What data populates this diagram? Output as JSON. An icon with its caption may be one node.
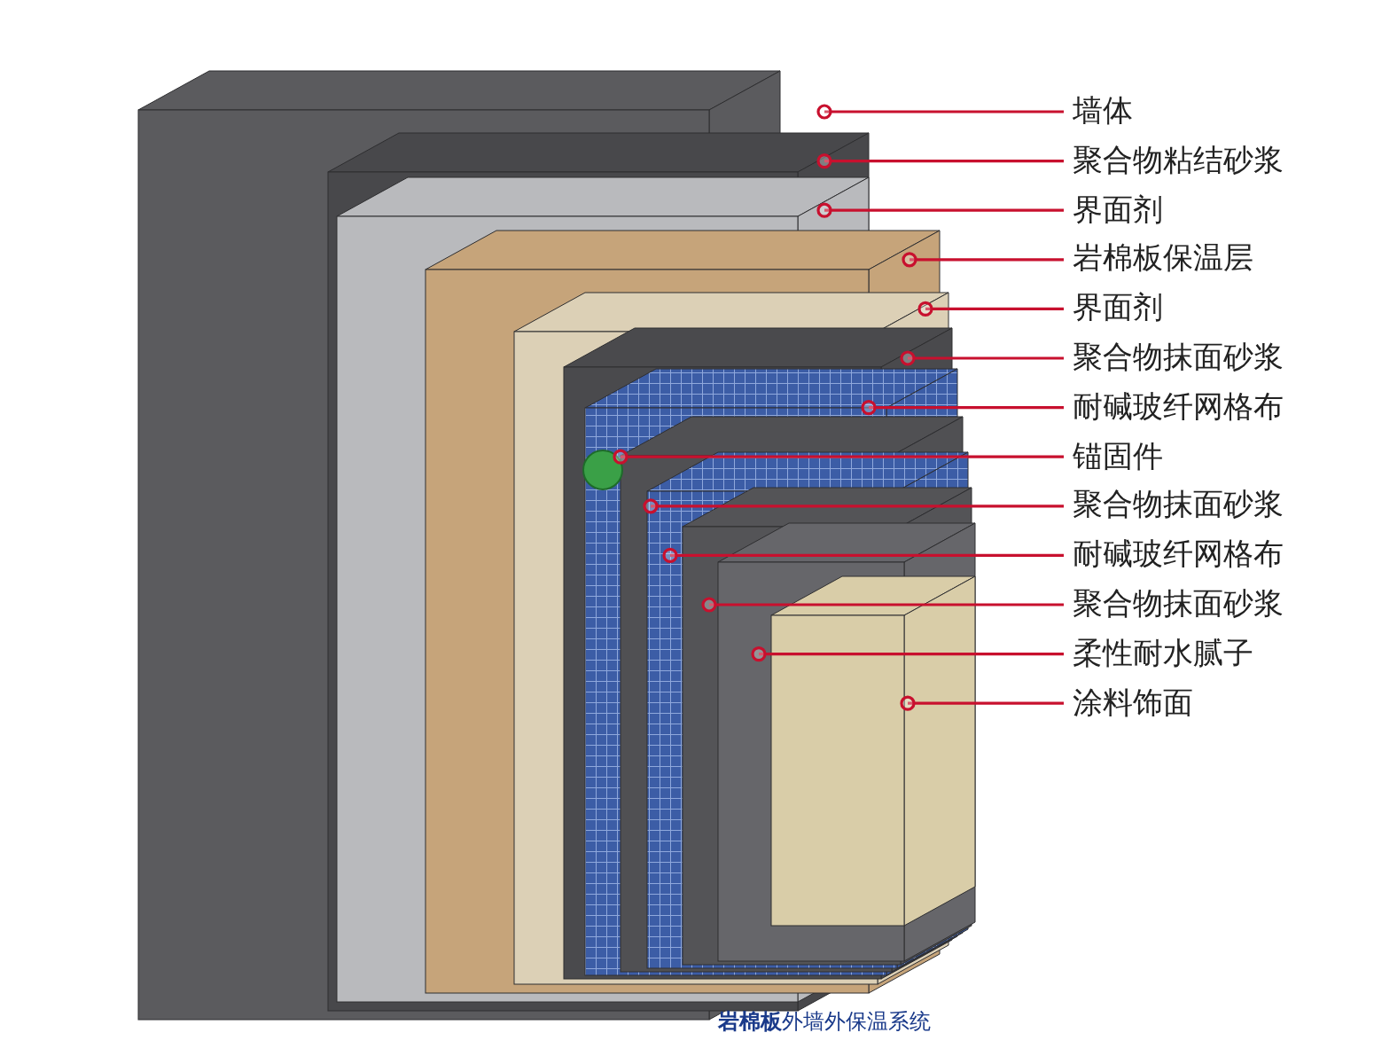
{
  "diagram": {
    "caption": "**岩棉板**外墙外保温系统",
    "nodes": [
      {
        "text": [
          "墙体"
        ]
      },
      {
        "text": [
          "聚合物粘结砂浆"
        ]
      },
      {
        "text": [
          "界面剂"
        ]
      },
      {
        "text": [
          "岩棉板保温层"
        ]
      },
      {
        "text": [
          "界面剂"
        ]
      },
      {
        "text": [
          "聚合物抹面砂浆"
        ]
      },
      {
        "text": [
          "耐碱玻纤网格布"
        ]
      },
      {
        "text": [
          "锚固件"
        ]
      },
      {
        "text": [
          "聚合物抹面砂浆"
        ]
      },
      {
        "text": [
          "耐碱玻纤网格布"
        ]
      },
      {
        "text": [
          "聚合物抹面砂浆"
        ]
      },
      {
        "text": [
          "柔性耐水腻子"
        ]
      },
      {
        "text": [
          "涂料饰面"
        ]
      }
    ],
    "edges": [
      {
        "from": 0,
        "to": null,
        "arrow": "other"
      },
      {
        "from": 1,
        "to": null,
        "arrow": "other"
      },
      {
        "from": 2,
        "to": null,
        "arrow": "other"
      },
      {
        "from": 3,
        "to": null,
        "arrow": "other"
      },
      {
        "from": 4,
        "to": null,
        "arrow": "other"
      },
      {
        "from": 5,
        "to": null,
        "arrow": "other"
      },
      {
        "from": 6,
        "to": null,
        "arrow": "other"
      },
      {
        "from": 7,
        "to": null,
        "arrow": "other"
      },
      {
        "from": 8,
        "to": null,
        "arrow": "other"
      },
      {
        "from": 9,
        "to": null,
        "arrow": "other"
      },
      {
        "from": 10,
        "to": null,
        "arrow": "other"
      },
      {
        "from": 11,
        "to": null,
        "arrow": "other"
      },
      {
        "from": 12,
        "to": null,
        "arrow": "other"
      }
    ]
  }
}
